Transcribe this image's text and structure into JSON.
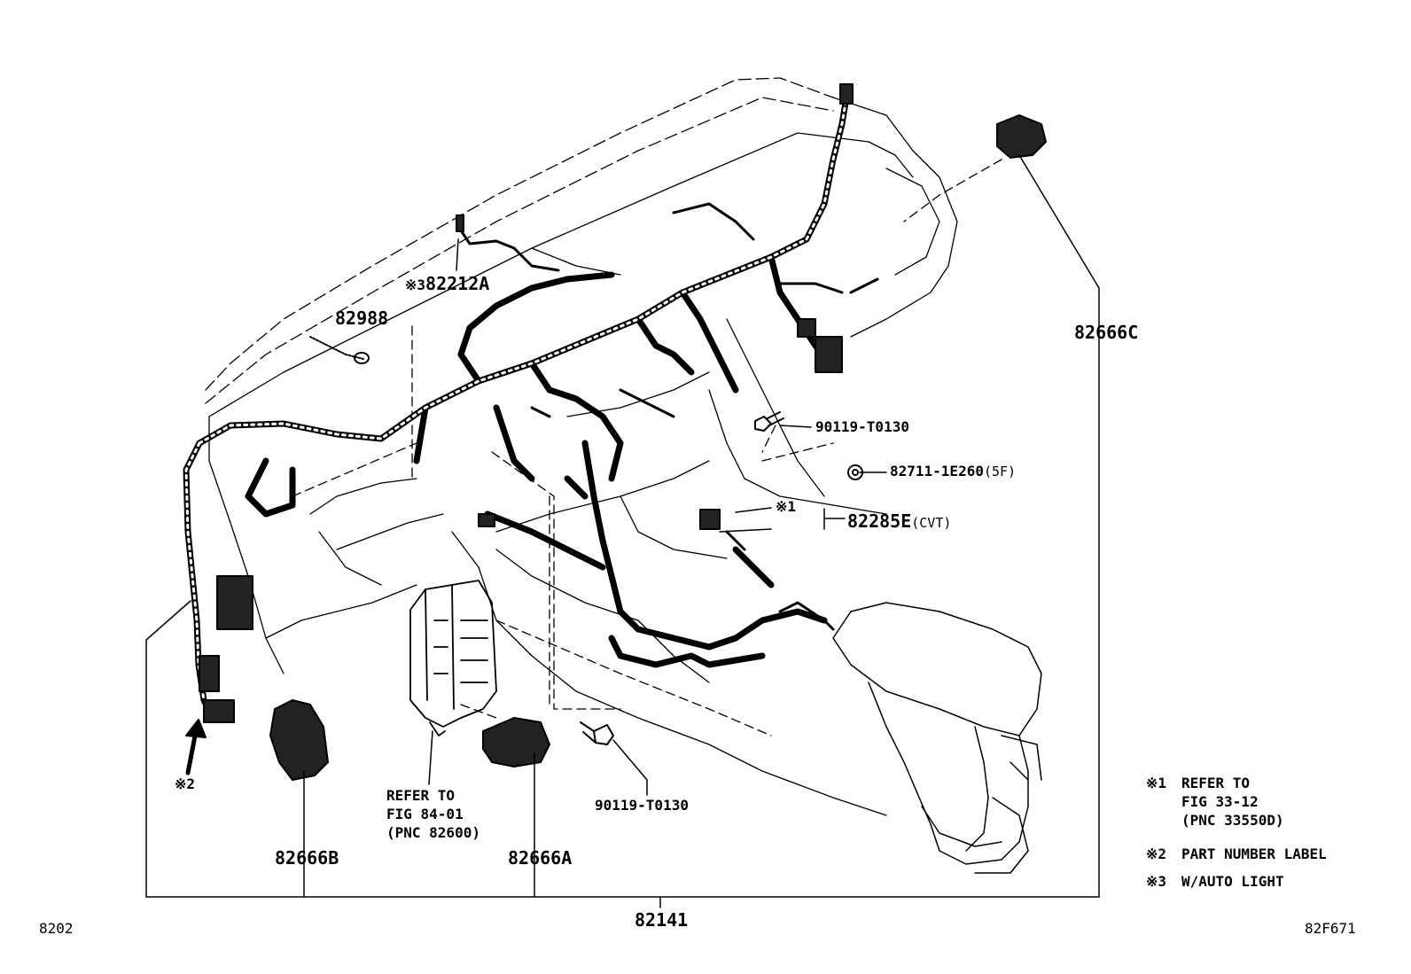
{
  "labels": {
    "p82212A_mark": "※3",
    "p82212A": "82212A",
    "p82988": "82988",
    "p82666C": "82666C",
    "p90119_upper": "90119-T0130",
    "p82711": "82711-1E260",
    "p82711_suffix": "(5F)",
    "p82285E_mark": "※1",
    "p82285E": "82285E",
    "p82285E_suffix": "(CVT)",
    "p90119_lower": "90119-T0130",
    "p82666B": "82666B",
    "p82666A": "82666A",
    "p82141": "82141",
    "label_mark2": "※2"
  },
  "refer": {
    "line1": "REFER TO",
    "line2": "FIG 84-01",
    "line3": "(PNC 82600)"
  },
  "notes": [
    {
      "mark": "※1",
      "lines": [
        "REFER TO",
        "FIG 33-12",
        "(PNC 33550D)"
      ]
    },
    {
      "mark": "※2",
      "lines": [
        "PART NUMBER LABEL"
      ]
    },
    {
      "mark": "※3",
      "lines": [
        "W/AUTO LIGHT"
      ]
    }
  ],
  "footer": {
    "left_code": "8202",
    "right_code": "82F671"
  },
  "icons": {
    "harness": "wire-harness-icon",
    "junction_block": "junction-block-icon",
    "bolt": "bolt-icon",
    "clamp": "clamp-icon",
    "connector": "connector-icon",
    "arrow": "arrow-icon"
  }
}
